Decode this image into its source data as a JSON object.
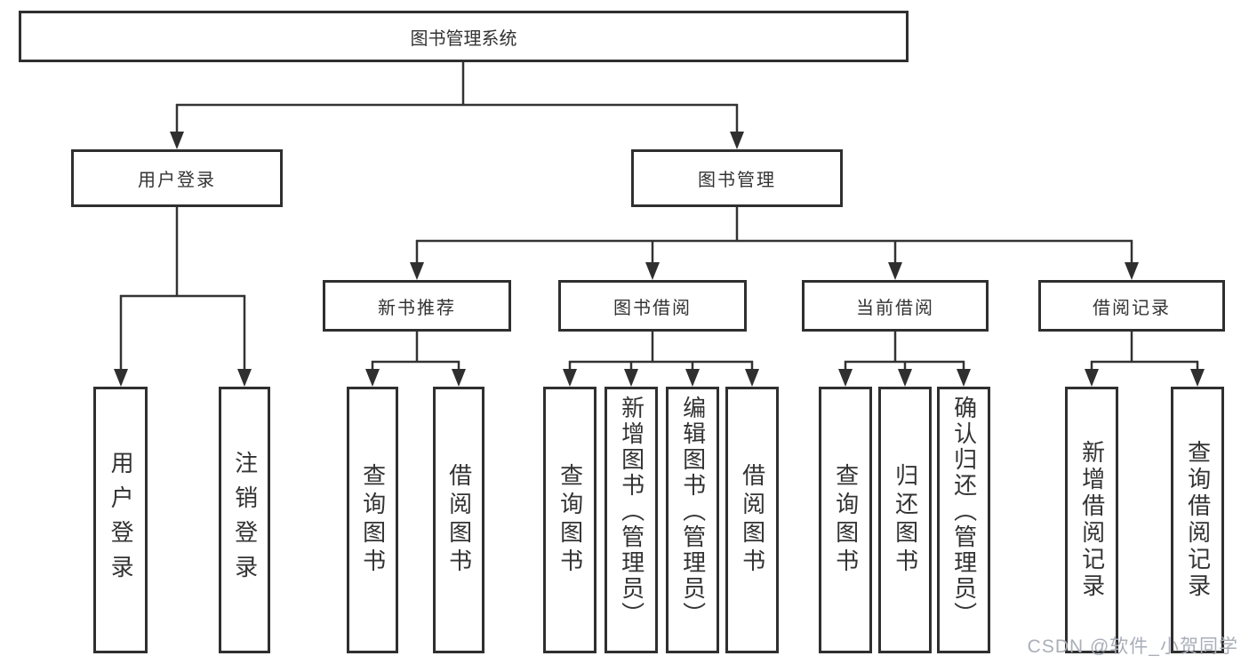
{
  "colors": {
    "background": "#ffffff",
    "box_border": "#2f2f2f",
    "line": "#333333",
    "text": "#333333",
    "watermark": "#a9aeb8"
  },
  "nodes": {
    "root": {
      "label": "图书管理系统"
    },
    "l2": [
      {
        "label": "用户登录"
      },
      {
        "label": "图书管理"
      }
    ],
    "l3": [
      {
        "label": "新书推荐"
      },
      {
        "label": "图书借阅"
      },
      {
        "label": "当前借阅"
      },
      {
        "label": "借阅记录"
      }
    ],
    "leaves": [
      {
        "label": "用户登录"
      },
      {
        "label": "注销登录"
      },
      {
        "label": "查询图书"
      },
      {
        "label": "借阅图书"
      },
      {
        "label": "查询图书"
      },
      {
        "label": "新增图书（管理员）"
      },
      {
        "label": "编辑图书（管理员）"
      },
      {
        "label": "借阅图书"
      },
      {
        "label": "查询图书"
      },
      {
        "label": "归还图书"
      },
      {
        "label": "确认归还（管理员）"
      },
      {
        "label": "新增借阅记录"
      },
      {
        "label": "查询借阅记录"
      }
    ]
  },
  "watermark": {
    "text": "CSDN @软件_小贺同学"
  }
}
